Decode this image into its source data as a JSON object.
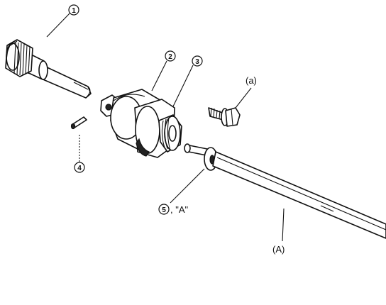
{
  "callouts": {
    "c1": "1",
    "c2": "2",
    "c3": "3",
    "c4": "4",
    "c5": "5",
    "a_lower": "(a)",
    "quote_a": ", \"A\"",
    "a_upper": "(A)"
  }
}
